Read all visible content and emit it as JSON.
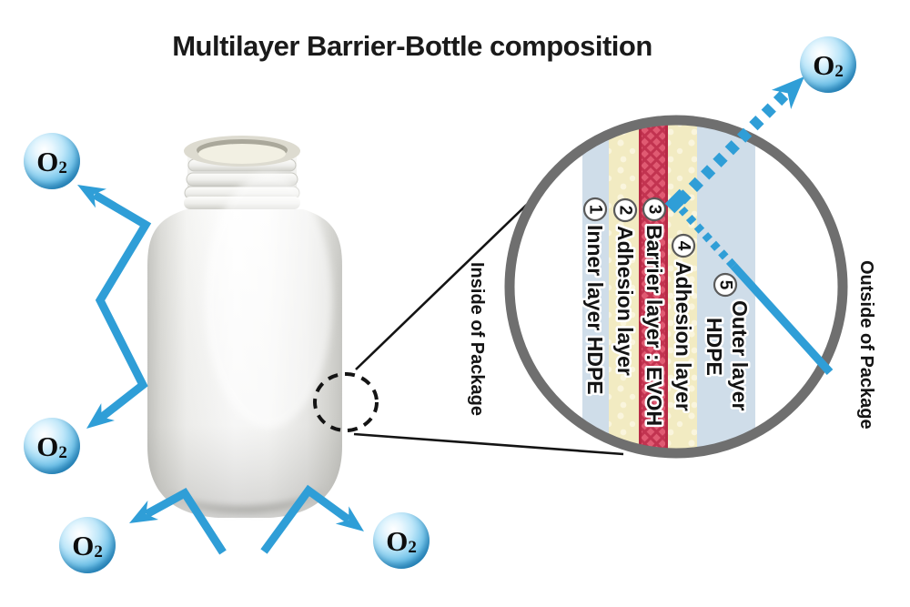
{
  "title": "Multilayer Barrier-Bottle composition",
  "molecule": {
    "symbol": "O",
    "subscript": "2"
  },
  "inset": {
    "inside_label": "Inside of Package",
    "outside_label": "Outside of Package",
    "layers": [
      {
        "number": "1",
        "name": "Inner layer HDPE",
        "type": "hdpe"
      },
      {
        "number": "2",
        "name": "Adhesion layer",
        "type": "adhesion"
      },
      {
        "number": "3",
        "name": "Barrier layer : EVOH",
        "type": "barrier"
      },
      {
        "number": "4",
        "name": "Adhesion layer",
        "type": "adhesion"
      },
      {
        "number": "5",
        "name": "Outer layer",
        "name_line2": "HDPE",
        "type": "hdpe"
      }
    ]
  },
  "colors": {
    "arrow_blue": "#2f9ed7",
    "hdpe_layer": "#cfdde9",
    "adhesion_layer": "#f2ebc2",
    "adhesion_dots": "#faf5dd",
    "barrier_red": "#e05a72",
    "barrier_hatch": "#c23350",
    "ring_gray": "#6f6f6f",
    "text_black": "#141414"
  }
}
